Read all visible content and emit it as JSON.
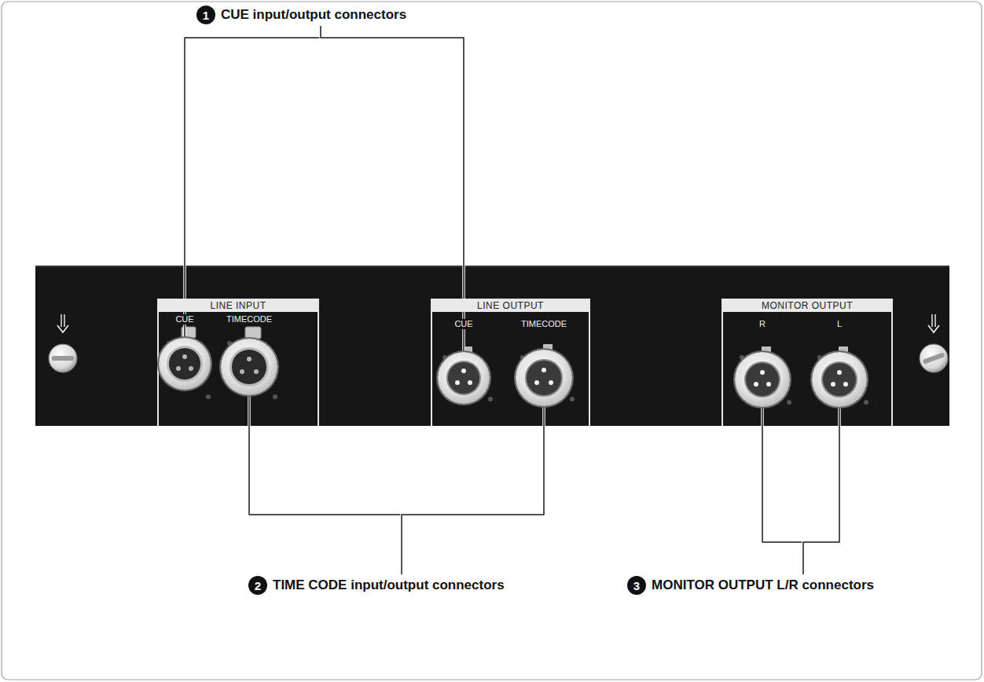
{
  "diagram": {
    "nodes": [
      {
        "text": [
          "1",
          "CUE input/output connectors"
        ]
      },
      {
        "text": [
          "LINE INPUT"
        ]
      },
      {
        "text": [
          "CUE"
        ],
        "in": 1
      },
      {
        "text": [
          "TIMECODE"
        ],
        "in": 1
      },
      {
        "text": [
          "LINE OUTPUT"
        ]
      },
      {
        "text": [
          "CUE"
        ],
        "in": 4
      },
      {
        "text": [
          "TIMECODE"
        ],
        "in": 4
      },
      {
        "text": [
          "MONITOR OUTPUT"
        ]
      },
      {
        "text": [
          "R"
        ],
        "in": 7
      },
      {
        "text": [
          "L"
        ],
        "in": 7
      },
      {
        "text": [
          "2",
          "TIME CODE input/output connectors"
        ]
      },
      {
        "text": [
          "3",
          "MONITOR OUTPUT L/R connectors"
        ]
      }
    ],
    "edges": [
      {
        "from": 0,
        "to": 2,
        "arrow": "none"
      },
      {
        "from": 0,
        "to": 5,
        "arrow": "none"
      },
      {
        "from": 10,
        "to": 3,
        "arrow": "none"
      },
      {
        "from": 10,
        "to": 6,
        "arrow": "none"
      },
      {
        "from": 11,
        "to": 8,
        "arrow": "none"
      },
      {
        "from": 11,
        "to": 9,
        "arrow": "none"
      }
    ]
  }
}
